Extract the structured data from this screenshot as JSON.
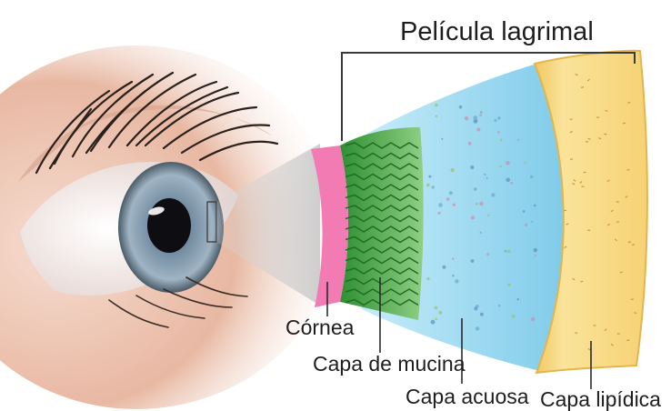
{
  "title": "Película lagrimal",
  "labels": {
    "cornea": "Córnea",
    "mucin": "Capa de mucina",
    "aqueous": "Capa acuosa",
    "lipid": "Capa lipídica"
  },
  "colors": {
    "cornea": "#f27bb4",
    "mucin": "#3d9e3a",
    "aqueous": "#8fd3f0",
    "lipid": "#f6d77a",
    "iris": "#7f97ab",
    "skin": "#e9b7a0"
  }
}
